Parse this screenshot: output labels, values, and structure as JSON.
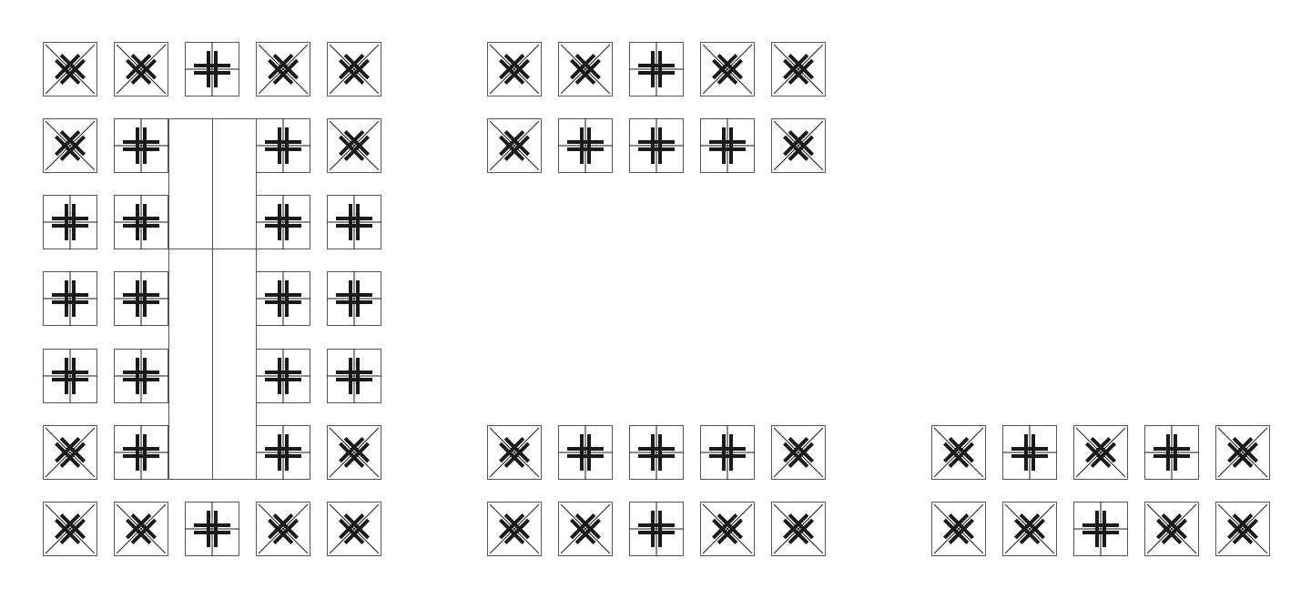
{
  "colors": {
    "background": "#ffffff",
    "stroke": "#1a1a1a",
    "tile_border": "#555555"
  },
  "icons": {
    "plus": "plus-cross-icon",
    "x": "x-cross-icon"
  },
  "groups": [
    {
      "name": "group-a",
      "rows": [
        [
          "x",
          "x",
          "plus",
          "x",
          "x"
        ],
        [
          "x",
          "plus",
          "",
          "plus",
          "x"
        ],
        [
          "plus",
          "plus",
          "",
          "plus",
          "plus"
        ],
        [
          "plus",
          "plus",
          "",
          "plus",
          "plus"
        ],
        [
          "plus",
          "plus",
          "",
          "plus",
          "plus"
        ],
        [
          "x",
          "plus",
          "",
          "plus",
          "x"
        ],
        [
          "x",
          "x",
          "plus",
          "x",
          "x"
        ]
      ]
    },
    {
      "name": "group-b-top",
      "rows": [
        [
          "x",
          "x",
          "plus",
          "x",
          "x"
        ],
        [
          "x",
          "plus",
          "plus",
          "plus",
          "x"
        ]
      ]
    },
    {
      "name": "group-b-bottom",
      "rows": [
        [
          "x",
          "plus",
          "plus",
          "plus",
          "x"
        ],
        [
          "x",
          "x",
          "plus",
          "x",
          "x"
        ]
      ]
    },
    {
      "name": "group-c-bottom",
      "rows": [
        [
          "x",
          "plus",
          "x",
          "plus",
          "x"
        ],
        [
          "x",
          "x",
          "plus",
          "x",
          "x"
        ]
      ]
    }
  ]
}
